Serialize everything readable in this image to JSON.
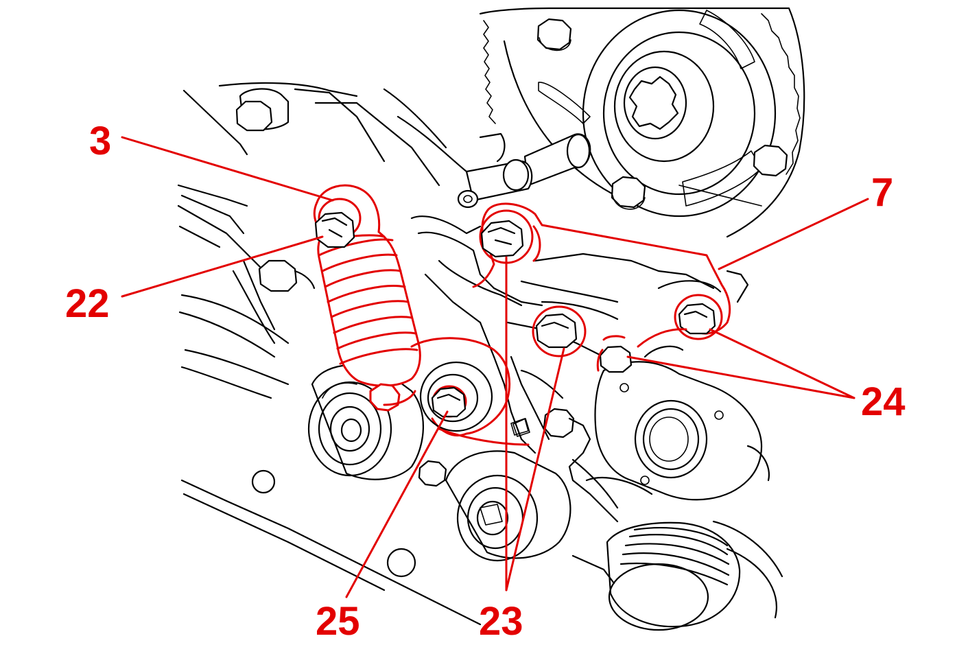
{
  "colors": {
    "highlight": "#e30000",
    "ink": "#000000",
    "background": "#ffffff"
  },
  "callouts": {
    "c3": "3",
    "c7": "7",
    "c22": "22",
    "c23": "23",
    "c24": "24",
    "c25": "25"
  }
}
